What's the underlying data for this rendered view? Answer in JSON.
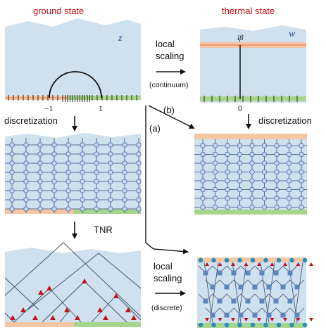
{
  "titles": {
    "ground": "ground state",
    "thermal": "thermal state"
  },
  "labels": {
    "z": "z",
    "w": "w",
    "i_beta": "iβ",
    "tick_m1": "−1",
    "tick_p1": "1",
    "tick_0": "0",
    "local_scaling_top_1": "local",
    "local_scaling_top_2": "scaling",
    "continuum": "(continuum)",
    "b_tag": "(b)",
    "a_tag": "(a)",
    "discretization_left": "discretization",
    "discretization_right": "discretization",
    "tnr": "TNR",
    "local_scaling_bottom_1": "local",
    "local_scaling_bottom_2": "scaling",
    "discrete": "(discrete)"
  },
  "colors": {
    "plane_fill": "#cfe0ef",
    "orange_band": "#f6c6a3",
    "orange_line": "#e8885c",
    "green_band": "#a8d58c",
    "grid_line": "#3a4b6b",
    "node_fill": "#c8d8f0",
    "node_stroke": "#4a6fb0",
    "red_triangle": "#c0101a",
    "teal_circle": "#2a8fc0",
    "blue_square": "#5f86b8",
    "title_red": "#c0101a"
  },
  "icons": [
    "arrow-right-icon",
    "arrow-down-icon",
    "corner-arrow-icon"
  ]
}
